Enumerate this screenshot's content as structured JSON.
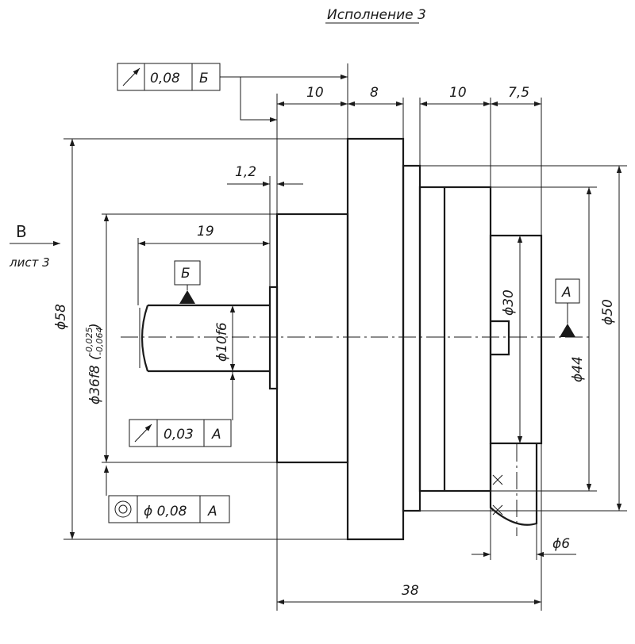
{
  "title": "Исполнение 3",
  "view_ref": {
    "letter": "В",
    "sheet": "лист 3"
  },
  "dimensions": {
    "flange_width_left": "10",
    "flange_thickness": "8",
    "body_width": "10",
    "boss_width": "7,5",
    "collar": "1,2",
    "shaft_length": "19",
    "overall_length": "38",
    "dia_flange": "ϕ58",
    "dia_pilot": "ϕ36f8",
    "dia_pilot_upper_tol": "-0,025",
    "dia_pilot_lower_tol": "-0,064",
    "dia_shaft": "ϕ10f6",
    "dia_boss": "ϕ30",
    "dia_body": "ϕ44",
    "dia_body_outer": "ϕ50",
    "dia_pin": "ϕ6"
  },
  "datums": {
    "b": "Б",
    "a": "А"
  },
  "tolerance_frames": [
    {
      "symbol": "runout",
      "value": "0,08",
      "datum": "Б"
    },
    {
      "symbol": "runout",
      "value": "0,03",
      "datum": "А"
    },
    {
      "symbol": "coaxiality",
      "value": "ϕ 0,08",
      "datum": "А"
    }
  ]
}
